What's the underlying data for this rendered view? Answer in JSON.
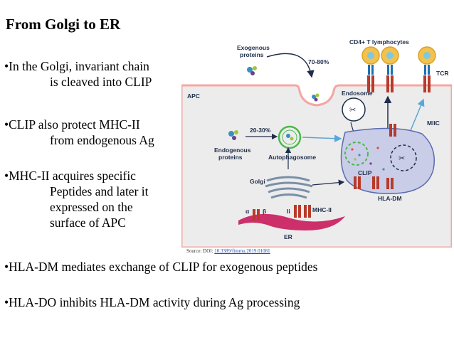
{
  "slide": {
    "title": "From Golgi to ER",
    "bullets": [
      {
        "line1": "•In the Golgi, invariant chain",
        "line2": "is cleaved into CLIP"
      },
      {
        "line1": "•CLIP also protect MHC-II",
        "line2": "from endogenous Ag"
      },
      {
        "line1": "•MHC-II acquires specific",
        "line2": "Peptides and later it",
        "line3": "expressed on the",
        "line4": "surface of APC"
      },
      {
        "line1": "•HLA-DM mediates exchange of CLIP for exogenous peptides"
      },
      {
        "line1": "•HLA-DO inhibits HLA-DM activity during Ag processing"
      }
    ],
    "source_prefix": "Source: DOI: ",
    "source_link": "10.3389/fimmu.2019.01081"
  },
  "figure": {
    "cd4_label": "CD4+ T lymphocytes",
    "exogenous_label_1": "Exogenous",
    "exogenous_label_2": "proteins",
    "pct_exo": "70-80%",
    "apc_label": "APC",
    "tcr_label": "TCR",
    "endosome_label": "Endosome",
    "pct_endo": "20-30%",
    "endogenous_label_1": "Endogenous",
    "endogenous_label_2": "proteins",
    "autophagosome_label": "Autophagosome",
    "miic_label": "MIIC",
    "clip_label": "CLIP",
    "hladm_label": "HLA-DM",
    "golgi_label": "Golgi",
    "ii_label": "Ii",
    "mhcii_label": "MHC-II",
    "er_label": "ER",
    "alpha_label": "α",
    "beta_label": "β",
    "colors": {
      "membrane": "#f4a7a2",
      "panel": "#ececec",
      "miic": "#c9cde8",
      "er": "#cc2f6a",
      "receptor": "#b83a2a",
      "tcell": "#f2c14e"
    }
  }
}
